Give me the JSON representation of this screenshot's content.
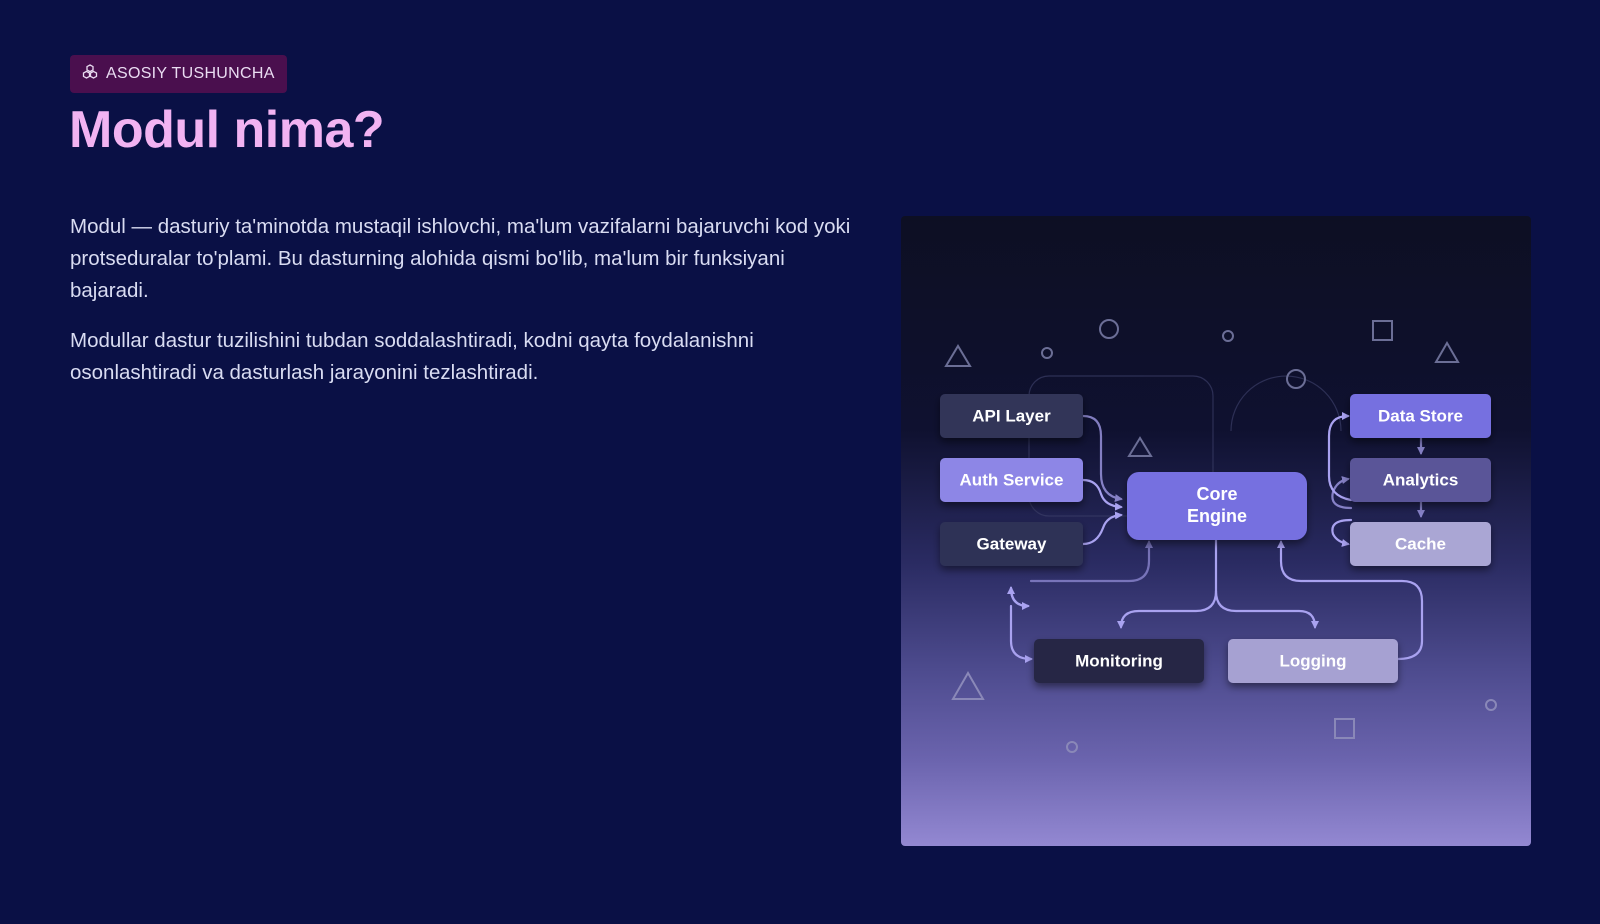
{
  "badge": {
    "label": "ASOSIY TUSHUNCHA",
    "icon": "modules-icon"
  },
  "title": "Modul nima?",
  "paragraphs": [
    "Modul — dasturiy ta'minotda mustaqil ishlovchi, ma'lum vazifalarni bajaruvchi kod yoki protseduralar to'plami. Bu dasturning alohida qismi bo'lib, ma'lum bir funksiyani bajaradi.",
    "Modullar dastur tuzilishini tubdan soddalashtiradi, kodni qayta foydalanishni osonlashtiradi va dasturlash jarayonini tezlashtiradi."
  ],
  "diagram": {
    "nodes": {
      "api_layer": "API Layer",
      "auth_service": "Auth Service",
      "gateway": "Gateway",
      "core_line1": "Core",
      "core_line2": "Engine",
      "data_store": "Data Store",
      "analytics": "Analytics",
      "cache": "Cache",
      "monitoring": "Monitoring",
      "logging": "Logging"
    }
  },
  "colors": {
    "background": "#0a1045",
    "title": "#f2b3f2",
    "badge_bg": "#4a0f4e",
    "core_node": "#7670e0",
    "accent_edges": "#a9a2f0"
  }
}
